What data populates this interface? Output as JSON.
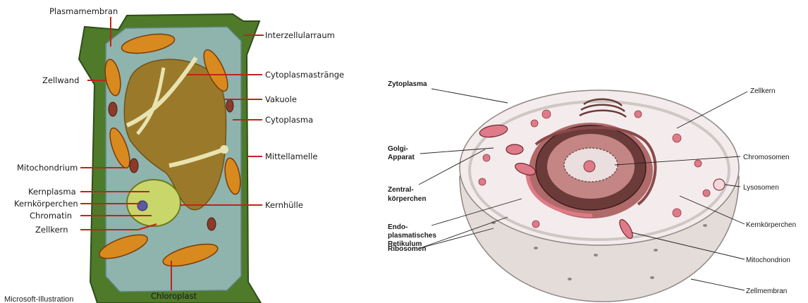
{
  "plant_cell": {
    "credit": "Microsoft-Illustration",
    "labels": {
      "plasmamembran": "Plasmamembran",
      "interzellularraum": "Interzellularraum",
      "zellwand": "Zellwand",
      "cytoplasmastraenge": "Cytoplasmastränge",
      "vakuole": "Vakuole",
      "cytoplasma": "Cytoplasma",
      "mittellamelle": "Mittellamelle",
      "mitochondrium": "Mitochondrium",
      "kernplasma": "Kernplasma",
      "kernkoerperchen": "Kernkörperchen",
      "chromatin": "Chromatin",
      "kernhuelle": "Kernhülle",
      "zellkern": "Zellkern",
      "chloroplast": "Chloroplast"
    },
    "colors": {
      "cell_wall": "#4e7a2a",
      "cytoplasm": "#8fb3ad",
      "vacuole": "#9a7a2a",
      "chloroplast": "#d98a1e",
      "nucleus": "#c8d66a",
      "leader_line": "#c0241a"
    }
  },
  "animal_cell": {
    "labels": {
      "zytoplasma": "Zytoplasma",
      "zellkern": "Zellkern",
      "golgi_line1": "Golgi-",
      "golgi_line2": "Apparat",
      "chromosomen": "Chromosomen",
      "zentral_line1": "Zentral-",
      "zentral_line2": "körperchen",
      "lysosomen": "Lysosomen",
      "endo_line1": "Endo-",
      "endo_line2": "plasmatisches",
      "endo_line3": "Retikulum",
      "kernkoerperchen": "Kernkörperchen",
      "ribosomen": "Ribosomen",
      "mitochondrion": "Mitochondrion",
      "zellmembran": "Zellmembran"
    },
    "colors": {
      "cytoplasm": "#f4ecec",
      "membrane": "#cfc7c4",
      "organelle": "#e07a88",
      "nucleus_dark": "#6b3b3a",
      "leader_line": "#222222"
    }
  }
}
